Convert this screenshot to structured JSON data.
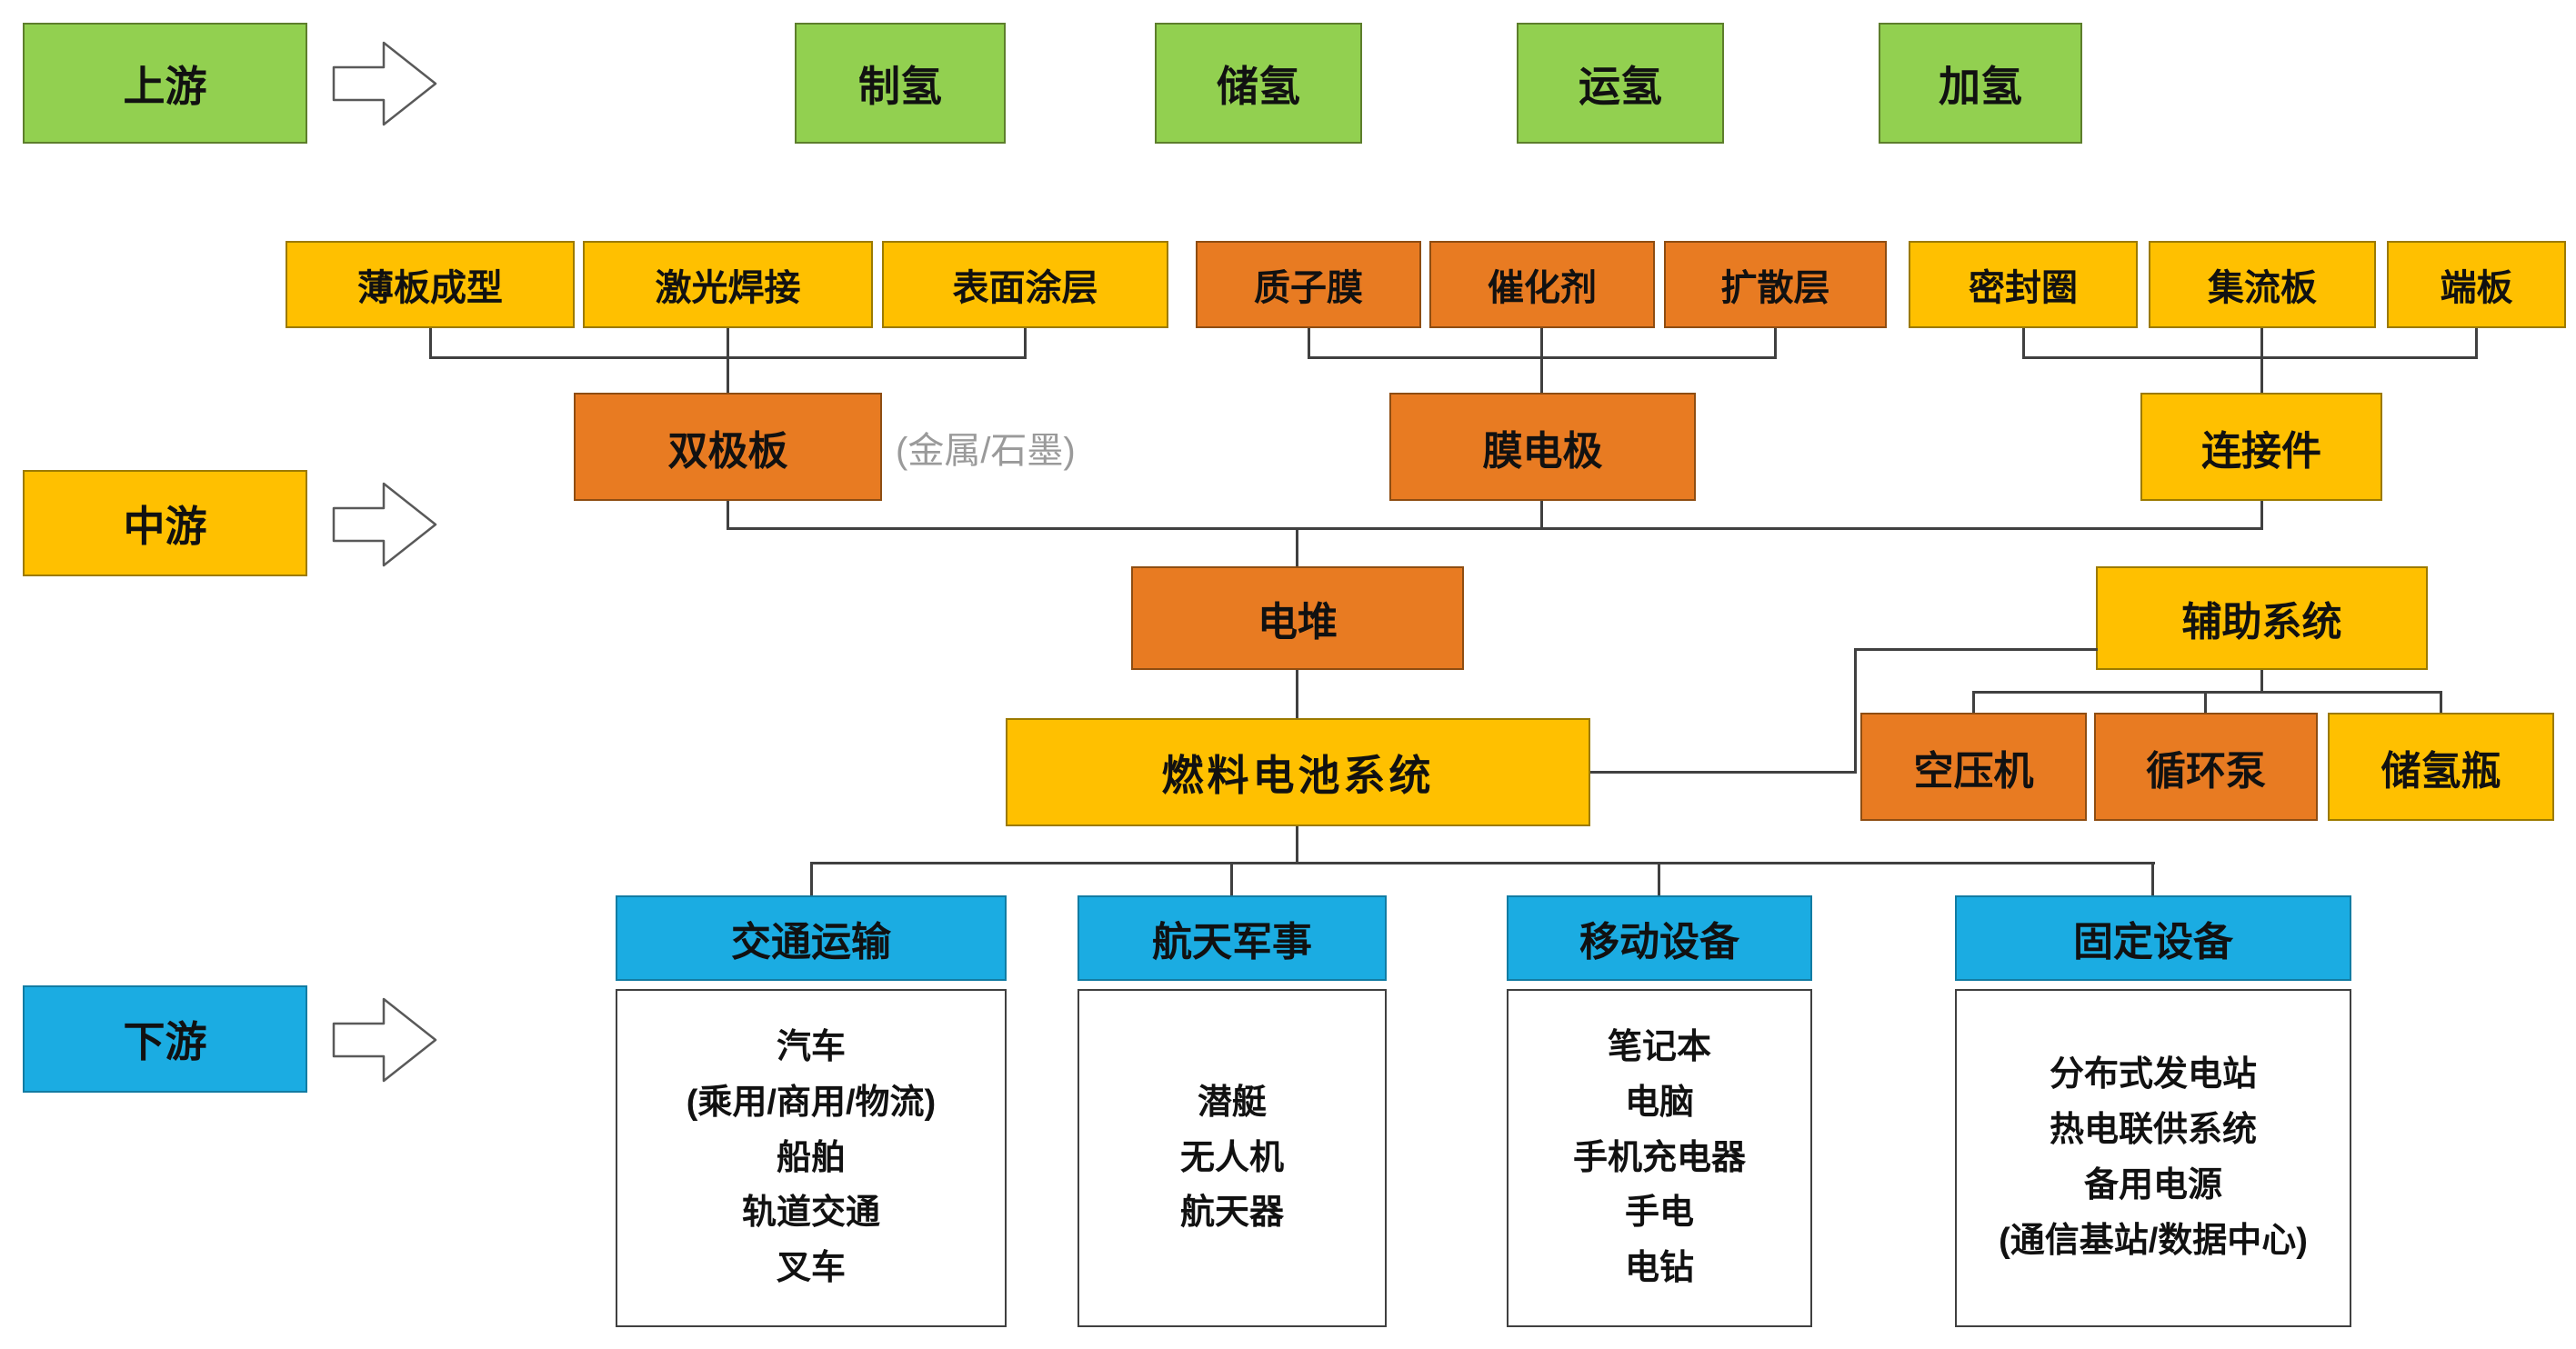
{
  "lanes": {
    "upstream": {
      "label": "上游"
    },
    "midstream": {
      "label": "中游"
    },
    "downstream": {
      "label": "下游"
    }
  },
  "icons": {
    "lane_arrow": "right-block-arrow"
  },
  "upstream": {
    "chain": [
      "制氢",
      "储氢",
      "运氢",
      "加氢"
    ]
  },
  "midstream": {
    "bipolar_plate": {
      "label": "双极板",
      "note": "(金属/石墨)",
      "parts": [
        "薄板成型",
        "激光焊接",
        "表面涂层"
      ]
    },
    "membrane_electrode": {
      "label": "膜电极",
      "parts": [
        "质子膜",
        "催化剂",
        "扩散层"
      ]
    },
    "connector": {
      "label": "连接件",
      "parts": [
        "密封圈",
        "集流板",
        "端板"
      ]
    },
    "stack": {
      "label": "电堆"
    },
    "auxiliary_system": {
      "label": "辅助系统",
      "parts": [
        "空压机",
        "循环泵",
        "储氢瓶"
      ]
    },
    "fuel_cell_system": {
      "label": "燃料电池系统"
    }
  },
  "downstream": {
    "categories": [
      {
        "label": "交通运输",
        "items": [
          "汽车",
          "(乘用/商用/物流)",
          "船舶",
          "轨道交通",
          "叉车"
        ]
      },
      {
        "label": "航天军事",
        "items": [
          "潜艇",
          "无人机",
          "航天器"
        ]
      },
      {
        "label": "移动设备",
        "items": [
          "笔记本",
          "电脑",
          "手机充电器",
          "手电",
          "电钻"
        ]
      },
      {
        "label": "固定设备",
        "items": [
          "分布式发电站",
          "热电联供系统",
          "备用电源",
          "(通信基站/数据中心)"
        ]
      }
    ]
  },
  "colors": {
    "green": "#92D050",
    "yellow": "#FFC000",
    "orange": "#E87B22",
    "blue": "#1BACE2",
    "line": "#404040",
    "note_gray": "#9A9A9A"
  }
}
